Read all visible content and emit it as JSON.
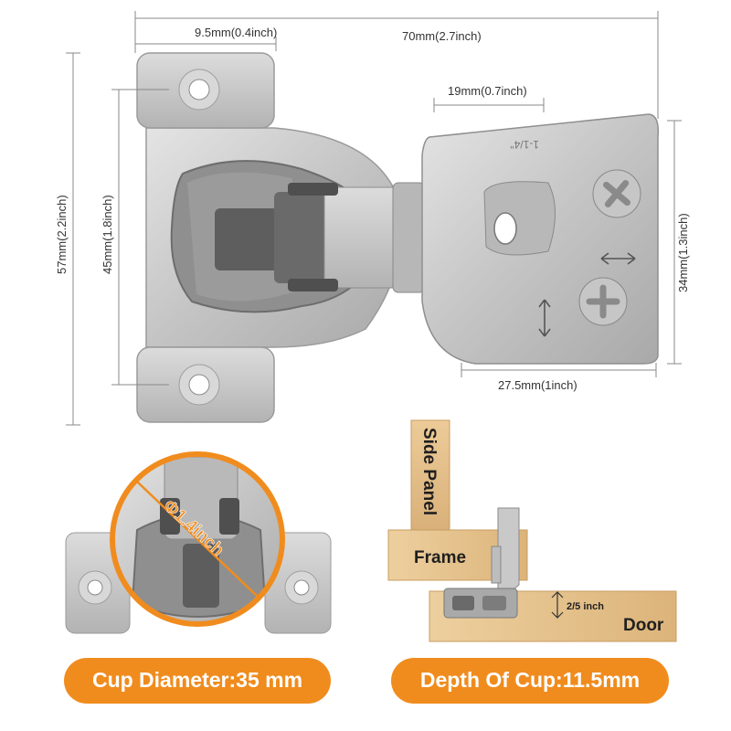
{
  "dimensions": {
    "width_total": "70mm(2.7inch)",
    "screw_offset": "9.5mm(0.4inch)",
    "arm_width": "19mm(0.7inch)",
    "plate_height": "57mm(2.2inch)",
    "hole_spacing": "45mm(1.8inch)",
    "arm_height": "34mm(1.3inch)",
    "arm_length": "27.5mm(1inch)",
    "cup_diameter": "Φ1.4inch",
    "overlay_stamp": "1-1/4\"",
    "cup_depth_small": "2/5 inch"
  },
  "install": {
    "side_panel": "Side Panel",
    "frame": "Frame",
    "door": "Door"
  },
  "badges": {
    "cup_diameter": "Cup Diameter:35 mm",
    "cup_depth": "Depth Of Cup:11.5mm"
  },
  "colors": {
    "accent_orange": "#f08c1e",
    "metal": "#c9c9c9",
    "cup_gray": "#8d8d8d",
    "wood": "#e6c28e"
  }
}
